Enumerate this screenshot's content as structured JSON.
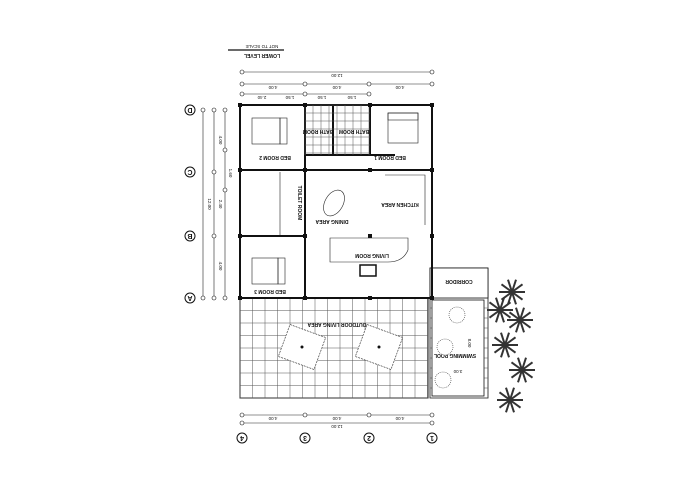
{
  "title": "LOWER LEVEL",
  "subtitle": "NOT TO SCALE",
  "orientation": "rotated 180 degrees",
  "rooms": {
    "bed_room_1": "BED ROOM 1",
    "bed_room_2": "BED ROOM 2",
    "bed_room_3": "BED ROOM 3",
    "bath_room_1": "BATH ROOM",
    "bath_room_2": "BATH ROOM",
    "toilet_room": "TOILET ROOM",
    "dining": "DINING AREA",
    "kitchen": "KITCHEN AREA",
    "living": "LIVING ROOM",
    "outdoor": "OUTDOOR LIVING AREA",
    "pool": "SWIMMING POOL",
    "corridor": "CORRIDOR"
  },
  "dimensions": {
    "overall": "12.00",
    "bays": [
      "4.00",
      "4.00",
      "4.00"
    ],
    "sub": [
      "2.40",
      "1.50",
      "1.50",
      "1.50"
    ],
    "side": [
      "4.00",
      "2.40",
      "1.60",
      "4.00"
    ],
    "side_overall": "12.00",
    "bottom_bays": [
      "4.00",
      "4.00",
      "4.00"
    ],
    "bottom_overall": "12.00",
    "pool_length": "8.00",
    "pool_width": "3.00"
  },
  "grid": {
    "numbers": [
      "1",
      "2",
      "3",
      "4"
    ],
    "letters": [
      "A",
      "B",
      "C",
      "D"
    ]
  }
}
